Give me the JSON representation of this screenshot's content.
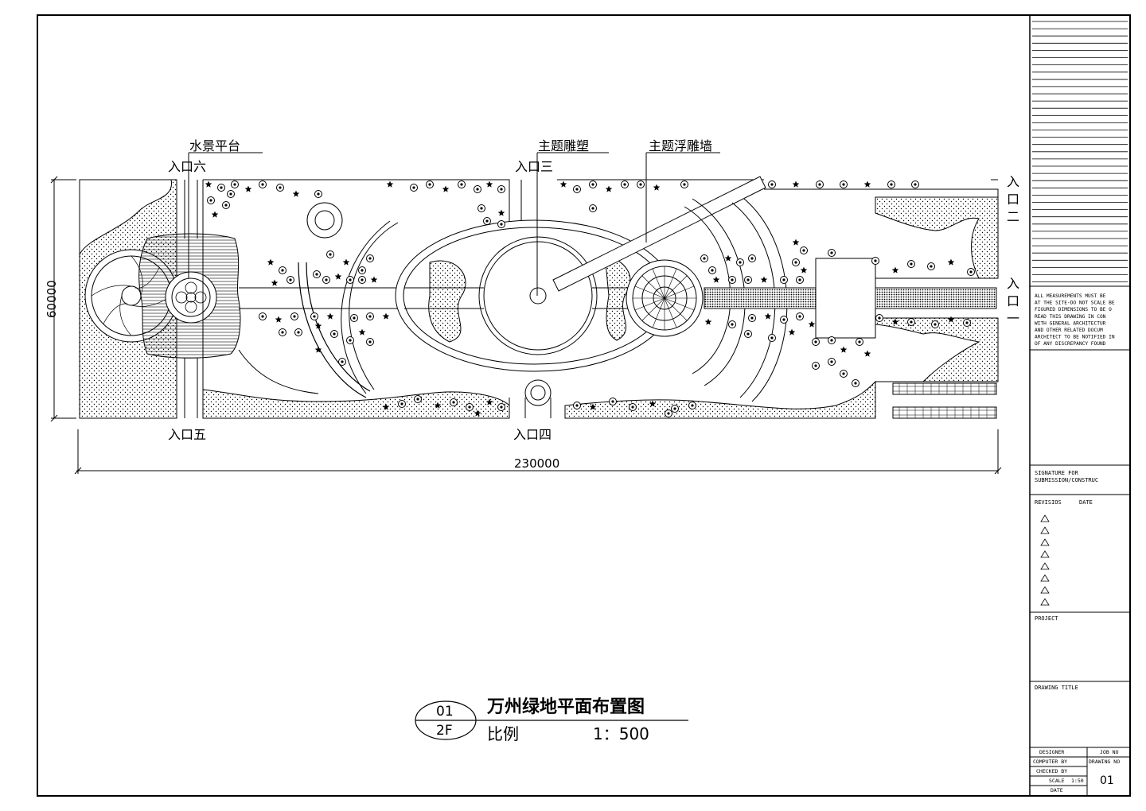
{
  "labels": {
    "water_platform": "水景平台",
    "theme_sculpture": "主题雕塑",
    "theme_relief_wall": "主题浮雕墙",
    "entrance_1": [
      "入",
      "口",
      "一"
    ],
    "entrance_2": [
      "入",
      "口",
      "二"
    ],
    "entrance_3": "入口三",
    "entrance_4": "入口四",
    "entrance_5": "入口五",
    "entrance_6": "入口六"
  },
  "dimensions": {
    "height": "60000",
    "width": "230000"
  },
  "title_block": {
    "drawing_no": "01",
    "floor": "2F",
    "title": "万州绿地平面布置图",
    "scale_label": "比例",
    "scale_value": "1：500"
  },
  "sidebar": {
    "notes": [
      "ALL MEASUREMENTS MUST BE",
      "AT THE SITE-DO NOT SCALE BE",
      "FIGURED DIMENSIONS TO BE O",
      "READ THIS DRAWING IN CON",
      "WITH GENERAL ARCHITECTUR",
      "AND OTHER RELATED DOCUM",
      "ARCHITECT TO BE NOTIFIED IN",
      "OF ANY DISCREPANCY FOUND"
    ],
    "signature": [
      "SIGNATURE FOR",
      "SUBMISSION/CONSTRUC"
    ],
    "revisions_label": "REVISIOS",
    "date_label": "DATE",
    "project_label": "PROJECT",
    "drawing_title_label": "DRAWING TITLE",
    "designer": "DESIGNER",
    "job_no": "JOB NO",
    "computer_by": "COMPUTER BY",
    "drawing_no_label": "DRAWING NO",
    "checked_by": "CHECKED BY",
    "scale_label": "SCALE",
    "scale_value": "1:50",
    "date_small": "DATE",
    "sheet_no": "01"
  }
}
